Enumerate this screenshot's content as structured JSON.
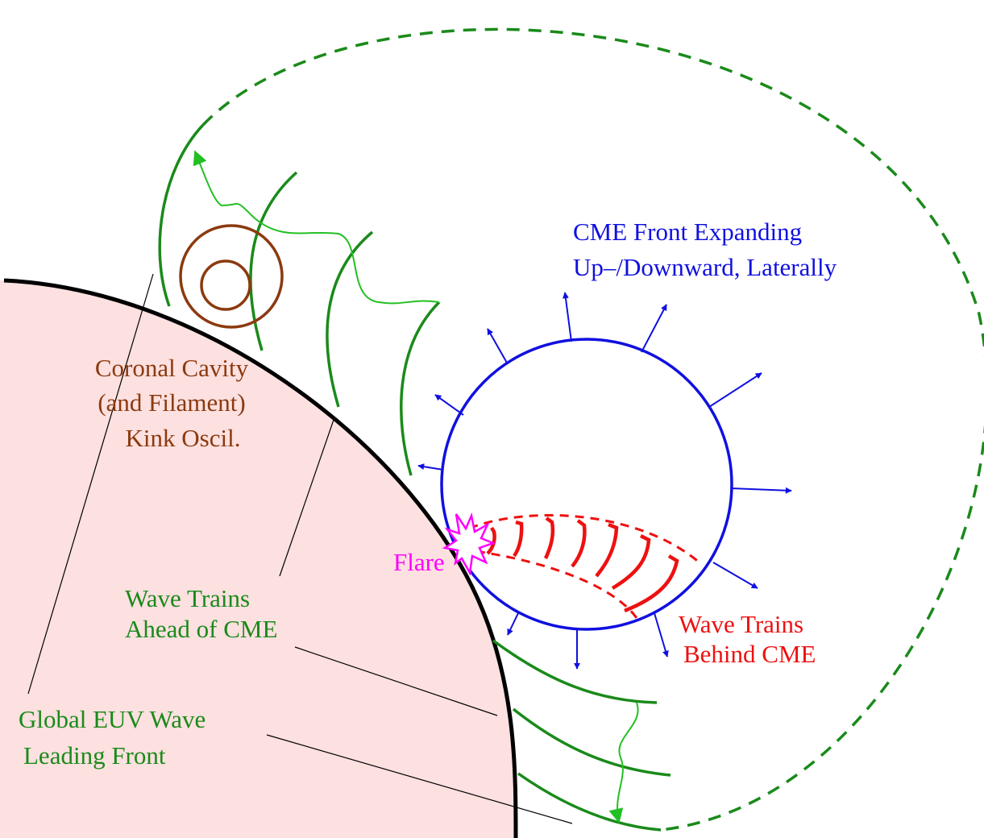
{
  "colors": {
    "sun_fill": "#fde0e0",
    "limb": "#000000",
    "green_wave": "#1a8a1a",
    "light_green": "#22c022",
    "cme_blue": "#1010e0",
    "wave_red": "#ee1010",
    "flare_magenta": "#ff00ff",
    "cavity_brown": "#8b3a0f"
  },
  "labels": {
    "cme_front": [
      "CME Front Expanding",
      "Up–/Downward, Laterally"
    ],
    "coronal_cavity": [
      "Coronal Cavity",
      "(and Filament)",
      "Kink Oscil."
    ],
    "flare": "Flare",
    "wave_trains_ahead": [
      "Wave Trains",
      "Ahead of CME"
    ],
    "wave_trains_behind": [
      "Wave Trains",
      "Behind CME"
    ],
    "global_euv": [
      "Global EUV Wave",
      "Leading Front"
    ]
  }
}
